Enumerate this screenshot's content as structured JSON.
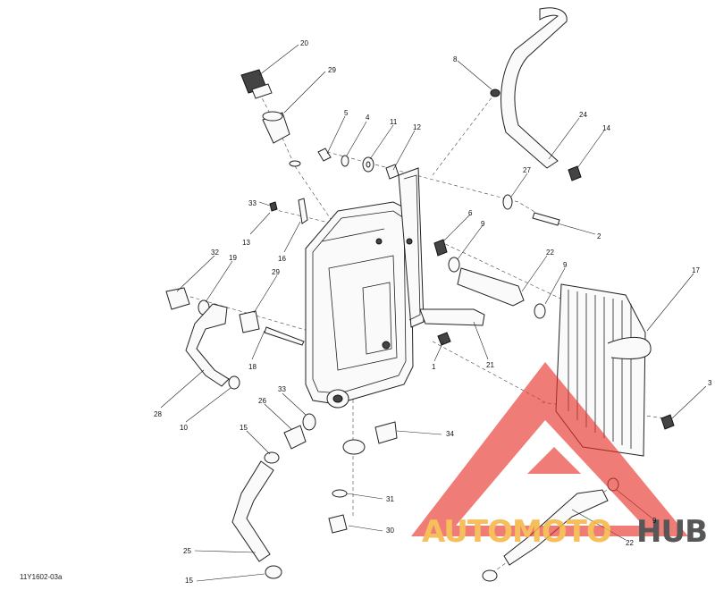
{
  "diagram_code": "11Y1602-03a",
  "watermark": {
    "left": "AUTOMOTO",
    "right": "HUB",
    "color_red": "#e8332a",
    "color_orange": "#f5b53f",
    "color_dark": "#3a3a3a"
  },
  "parts": [
    "1",
    "2",
    "3",
    "4",
    "5",
    "6",
    "8",
    "9",
    "10",
    "11",
    "12",
    "13",
    "14",
    "15",
    "16",
    "17",
    "18",
    "19",
    "20",
    "21",
    "22",
    "24",
    "25",
    "26",
    "27",
    "28",
    "29",
    "30",
    "31",
    "32",
    "33",
    "34"
  ],
  "callouts": {
    "c20": "20",
    "c29a": "29",
    "c8": "8",
    "c5": "5",
    "c4": "4",
    "c11": "11",
    "c12": "12",
    "c24": "24",
    "c14": "14",
    "c27": "27",
    "c33a": "33",
    "c13": "13",
    "c16": "16",
    "c6": "6",
    "c9a": "9",
    "c2": "2",
    "c22a": "22",
    "c9b": "9",
    "c17": "17",
    "c32": "32",
    "c19": "19",
    "c29b": "29",
    "c18": "18",
    "c1": "1",
    "c21": "21",
    "c28": "28",
    "c10": "10",
    "c33b": "33",
    "c26": "26",
    "c15a": "15",
    "c34": "34",
    "c3": "3",
    "c31": "31",
    "c30": "30",
    "c25": "25",
    "c15b": "15",
    "c9c": "9",
    "c22b": "22"
  }
}
